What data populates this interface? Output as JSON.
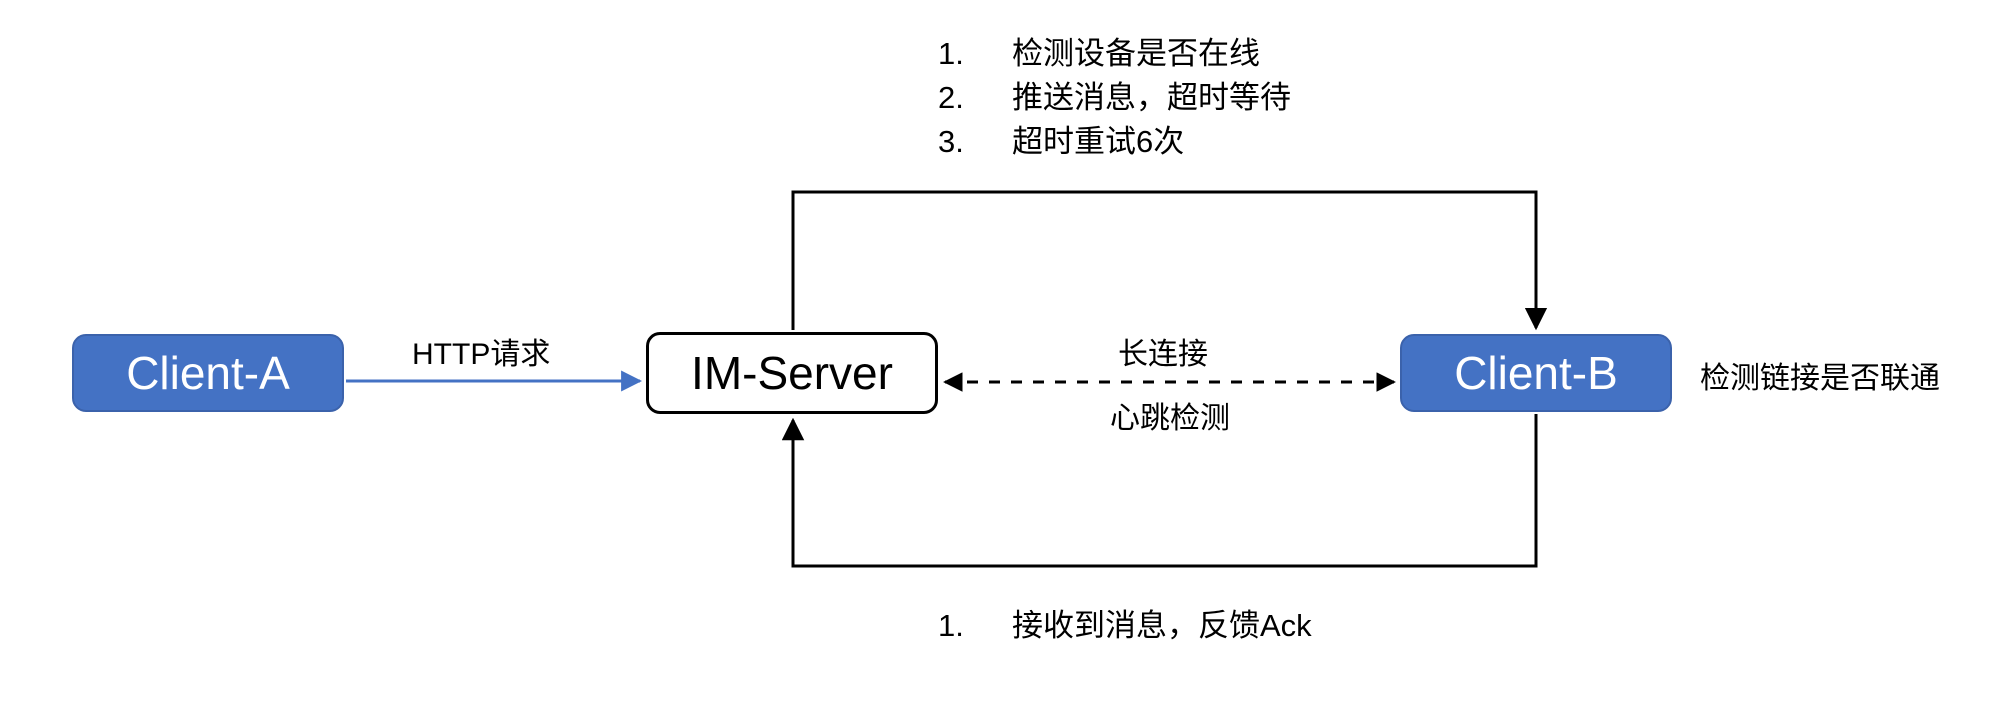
{
  "diagram": {
    "title": "IM message push flow",
    "colors": {
      "client_fill": "#4472C4",
      "client_border": "#3B62AB",
      "server_fill": "#FFFFFF",
      "server_border": "#000000",
      "http_arrow": "#4472C4",
      "long_connection_arrow": "#000000",
      "flow_arrow": "#000000",
      "text": "#000000",
      "client_text": "#FFFFFF"
    },
    "nodes": [
      {
        "id": "client-a",
        "label": "Client-A",
        "type": "client"
      },
      {
        "id": "im-server",
        "label": "IM-Server",
        "type": "server"
      },
      {
        "id": "client-b",
        "label": "Client-B",
        "type": "client"
      }
    ],
    "edge_labels": {
      "http_request": "HTTP请求",
      "long_connection": "长连接",
      "heartbeat": "心跳检测",
      "link_check": "检测链接是否联通"
    },
    "notes": {
      "top": {
        "items": [
          {
            "num": "1.",
            "text": "检测设备是否在线"
          },
          {
            "num": "2.",
            "text": "推送消息，超时等待"
          },
          {
            "num": "3.",
            "text": "超时重试6次"
          }
        ]
      },
      "bottom": {
        "items": [
          {
            "num": "1.",
            "text": "接收到消息，反馈Ack"
          }
        ]
      }
    }
  }
}
